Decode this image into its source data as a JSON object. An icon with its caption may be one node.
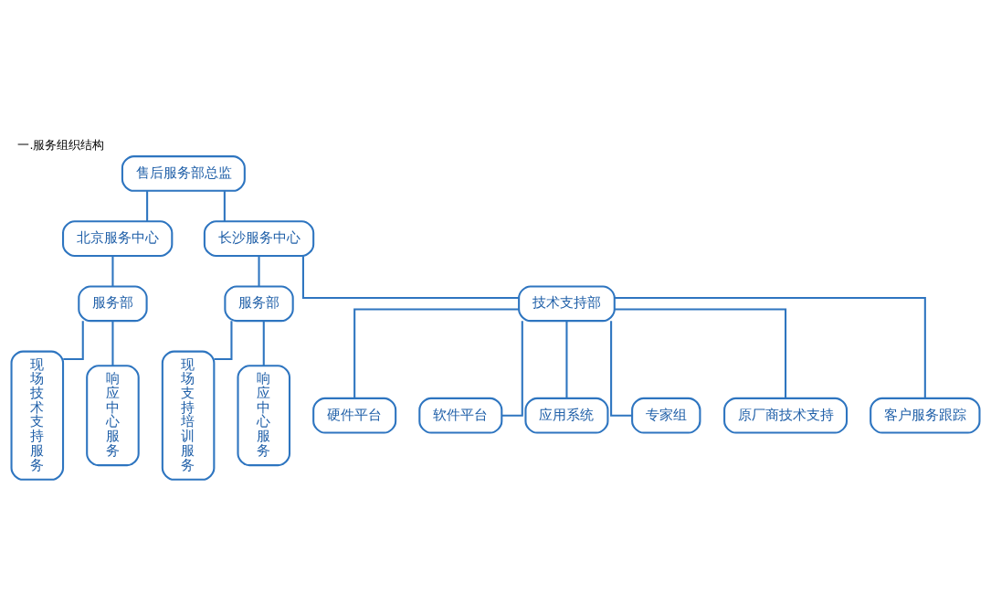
{
  "diagram": {
    "title": "一.服务组织结构",
    "nodes": [
      {
        "text": [
          "售后服务部总监"
        ]
      },
      {
        "text": [
          "北京服务中心"
        ]
      },
      {
        "text": [
          "长沙服务中心"
        ]
      },
      {
        "text": [
          "服务部"
        ]
      },
      {
        "text": [
          "服务部"
        ]
      },
      {
        "text": [
          "技术支持部"
        ]
      },
      {
        "text": [
          "现场技术支持服务"
        ]
      },
      {
        "text": [
          "响应中心服务"
        ]
      },
      {
        "text": [
          "现场支持培训服务"
        ]
      },
      {
        "text": [
          "响应中心服务"
        ]
      },
      {
        "text": [
          "硬件平台"
        ]
      },
      {
        "text": [
          "软件平台"
        ]
      },
      {
        "text": [
          "应用系统"
        ]
      },
      {
        "text": [
          "专家组"
        ]
      },
      {
        "text": [
          "原厂商技术支持"
        ]
      },
      {
        "text": [
          "客户服务跟踪"
        ]
      }
    ],
    "edges": [
      {
        "from": 0,
        "to": 1,
        "arrow": "none"
      },
      {
        "from": 0,
        "to": 2,
        "arrow": "none"
      },
      {
        "from": 1,
        "to": 3,
        "arrow": "none"
      },
      {
        "from": 2,
        "to": 4,
        "arrow": "none"
      },
      {
        "from": 2,
        "to": 5,
        "arrow": "none"
      },
      {
        "from": 3,
        "to": 6,
        "arrow": "none"
      },
      {
        "from": 3,
        "to": 7,
        "arrow": "none"
      },
      {
        "from": 4,
        "to": 8,
        "arrow": "none"
      },
      {
        "from": 4,
        "to": 9,
        "arrow": "none"
      },
      {
        "from": 5,
        "to": 10,
        "arrow": "none"
      },
      {
        "from": 5,
        "to": 11,
        "arrow": "none"
      },
      {
        "from": 5,
        "to": 12,
        "arrow": "none"
      },
      {
        "from": 5,
        "to": 13,
        "arrow": "none"
      },
      {
        "from": 5,
        "to": 14,
        "arrow": "none"
      },
      {
        "from": 5,
        "to": 15,
        "arrow": "none"
      }
    ]
  }
}
